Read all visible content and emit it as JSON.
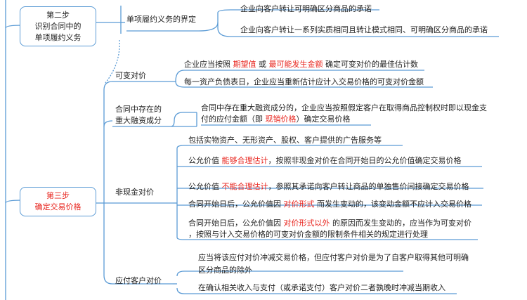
{
  "colors": {
    "accent": "#5b9bd5",
    "highlight": "#e8261f"
  },
  "step2": {
    "lines": [
      "第二步",
      "识别合同中的",
      "单项履约义务"
    ],
    "branch": "单项履约义务的界定",
    "leaves": [
      "企业向客户转让可明确区分商品的承诺",
      "企业向客户转让一系列实质相同且转让模式相同、可明确区分商品的承诺"
    ]
  },
  "step3": {
    "lines": [
      "第三步",
      "确定交易价格"
    ],
    "branches": {
      "variable": {
        "label": "可变对价",
        "leaf1": {
          "p1": "企业应当按照 ",
          "h1": "期望值",
          "p2": " 或 ",
          "h2": "最可能发生金额",
          "p3": " 确定可变对价的最佳估计数"
        },
        "leaf2": "每一资产负债表日，企业应当重新估计应计入交易价格的可变对价金额"
      },
      "financing": {
        "label1": "合同中存在的",
        "label2": "重大融资成分",
        "leaf": {
          "line1": "合同中存在重大融资成分的，企业应当按照假定客户在取得商品控制权时即以现金支",
          "line2a": "付的应付金额（即 ",
          "h": "现销价格",
          "line2b": "）确定交易价格"
        }
      },
      "noncash": {
        "label": "非现金对价",
        "leaf1": "包括实物资产、无形资产、股权、客户提供的广告服务等",
        "leaf2": {
          "p1": "公允价值 ",
          "h": "能够合理估计",
          "p2": "，按照非现金对价在合同开始日的公允价值确定交易价格"
        },
        "leaf3": {
          "p1": "公允价值 ",
          "h": "不能合理估计",
          "p2": "，参照其承诺向客户转让商品的单独售价间接确定交易价格"
        },
        "leaf4": {
          "p1": "合同开始日后，公允价值因 ",
          "h": "对价形式",
          "p2": " 而发生变动的，该变动金额不应计入交易价格"
        },
        "leaf5": {
          "p1": "合同开始日后，公允价值因 ",
          "h": "对价形式以外",
          "p2": " 的原因而发生变动的，应当作为可变对价",
          "line2": "，按照与计入交易价格的可变对价金额的限制条件相关的规定进行处理"
        }
      },
      "payable": {
        "label": "应付客户对价",
        "leaf1a": "应当将该应付对价冲减交易价格，但应付客户对价是为了自客户取得其他可明确",
        "leaf1b": "区分商品的除外",
        "leaf2": "在确认相关收入与支付（或承诺支付）客户对价二者孰晚时冲减当期收入"
      }
    }
  }
}
